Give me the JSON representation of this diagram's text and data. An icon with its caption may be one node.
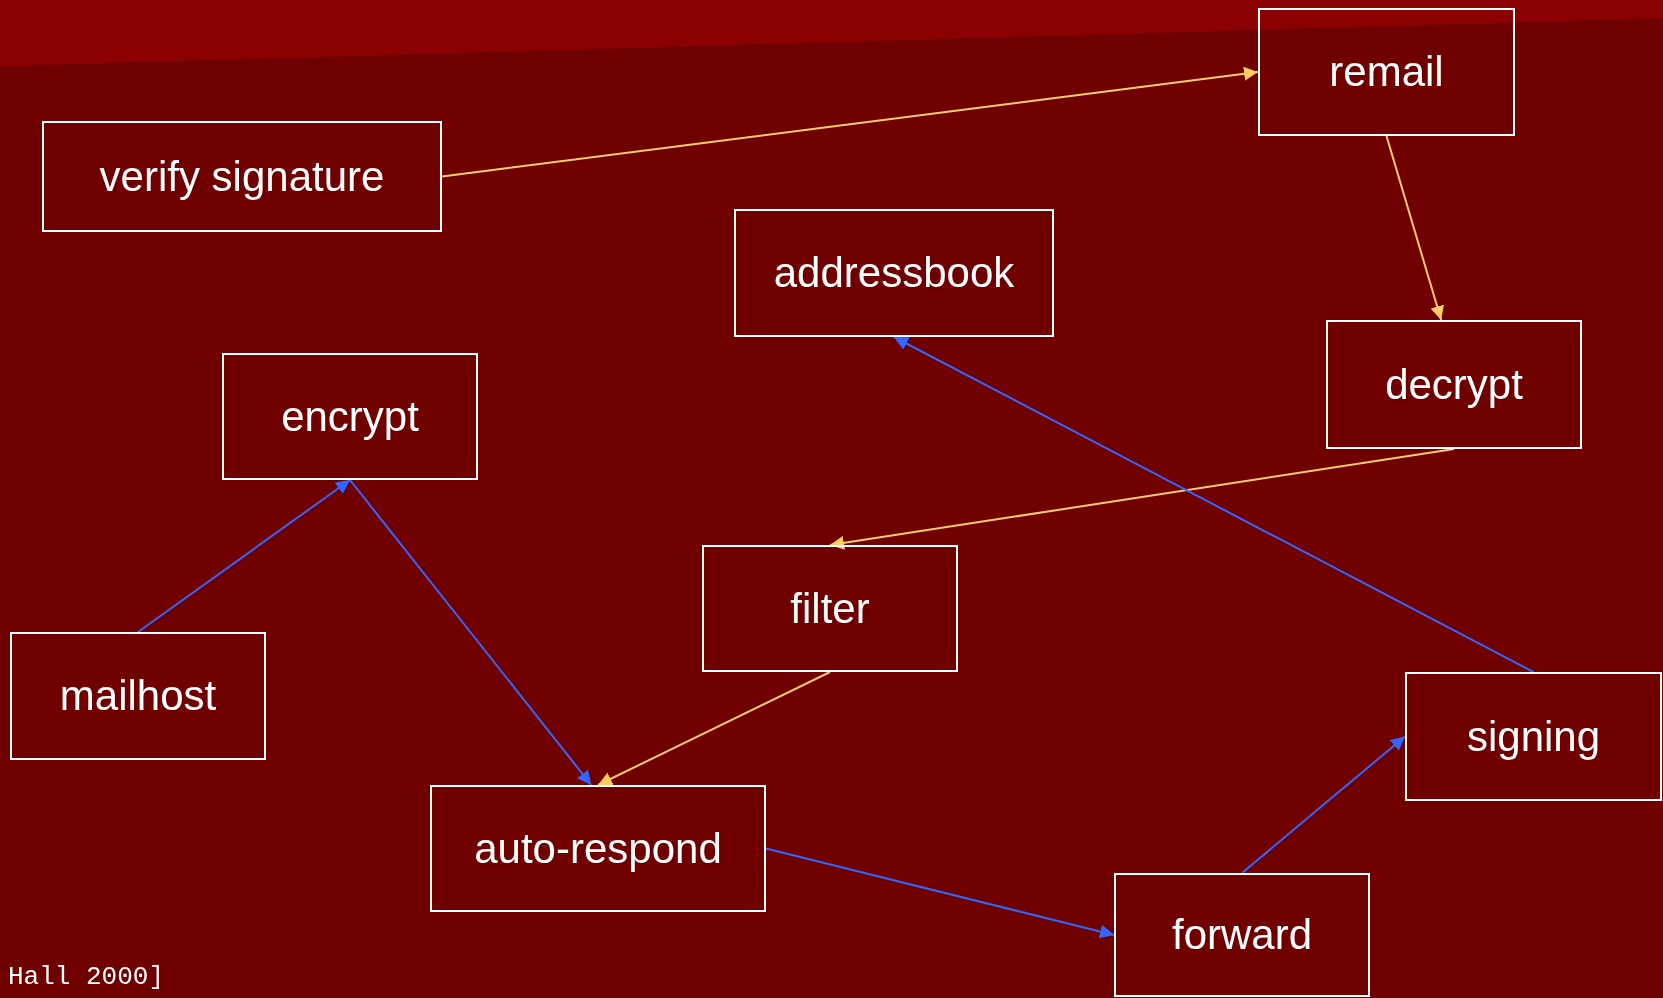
{
  "diagram": {
    "nodes": [
      {
        "text": [
          "verify signature"
        ]
      },
      {
        "text": [
          "remail"
        ]
      },
      {
        "text": [
          "addressbook"
        ]
      },
      {
        "text": [
          "decrypt"
        ]
      },
      {
        "text": [
          "encrypt"
        ]
      },
      {
        "text": [
          "filter"
        ]
      },
      {
        "text": [
          "mailhost"
        ]
      },
      {
        "text": [
          "signing"
        ]
      },
      {
        "text": [
          "auto-respond"
        ]
      },
      {
        "text": [
          "forward"
        ]
      }
    ],
    "edges": [
      {
        "from": 0,
        "to": 1,
        "arrow": "to",
        "color": "#ffcc66"
      },
      {
        "from": 1,
        "to": 3,
        "arrow": "to",
        "color": "#ffcc66"
      },
      {
        "from": 3,
        "to": 5,
        "arrow": "to",
        "color": "#ffcc66"
      },
      {
        "from": 5,
        "to": 8,
        "arrow": "to",
        "color": "#ffcc66"
      },
      {
        "from": 6,
        "to": 4,
        "arrow": "to"
      },
      {
        "from": 4,
        "to": 8,
        "arrow": "to"
      },
      {
        "from": 8,
        "to": 9,
        "arrow": "to"
      },
      {
        "from": 9,
        "to": 7,
        "arrow": "to"
      },
      {
        "from": 7,
        "to": 2,
        "arrow": "to"
      }
    ],
    "labels": [
      "Hall 2000]"
    ]
  }
}
